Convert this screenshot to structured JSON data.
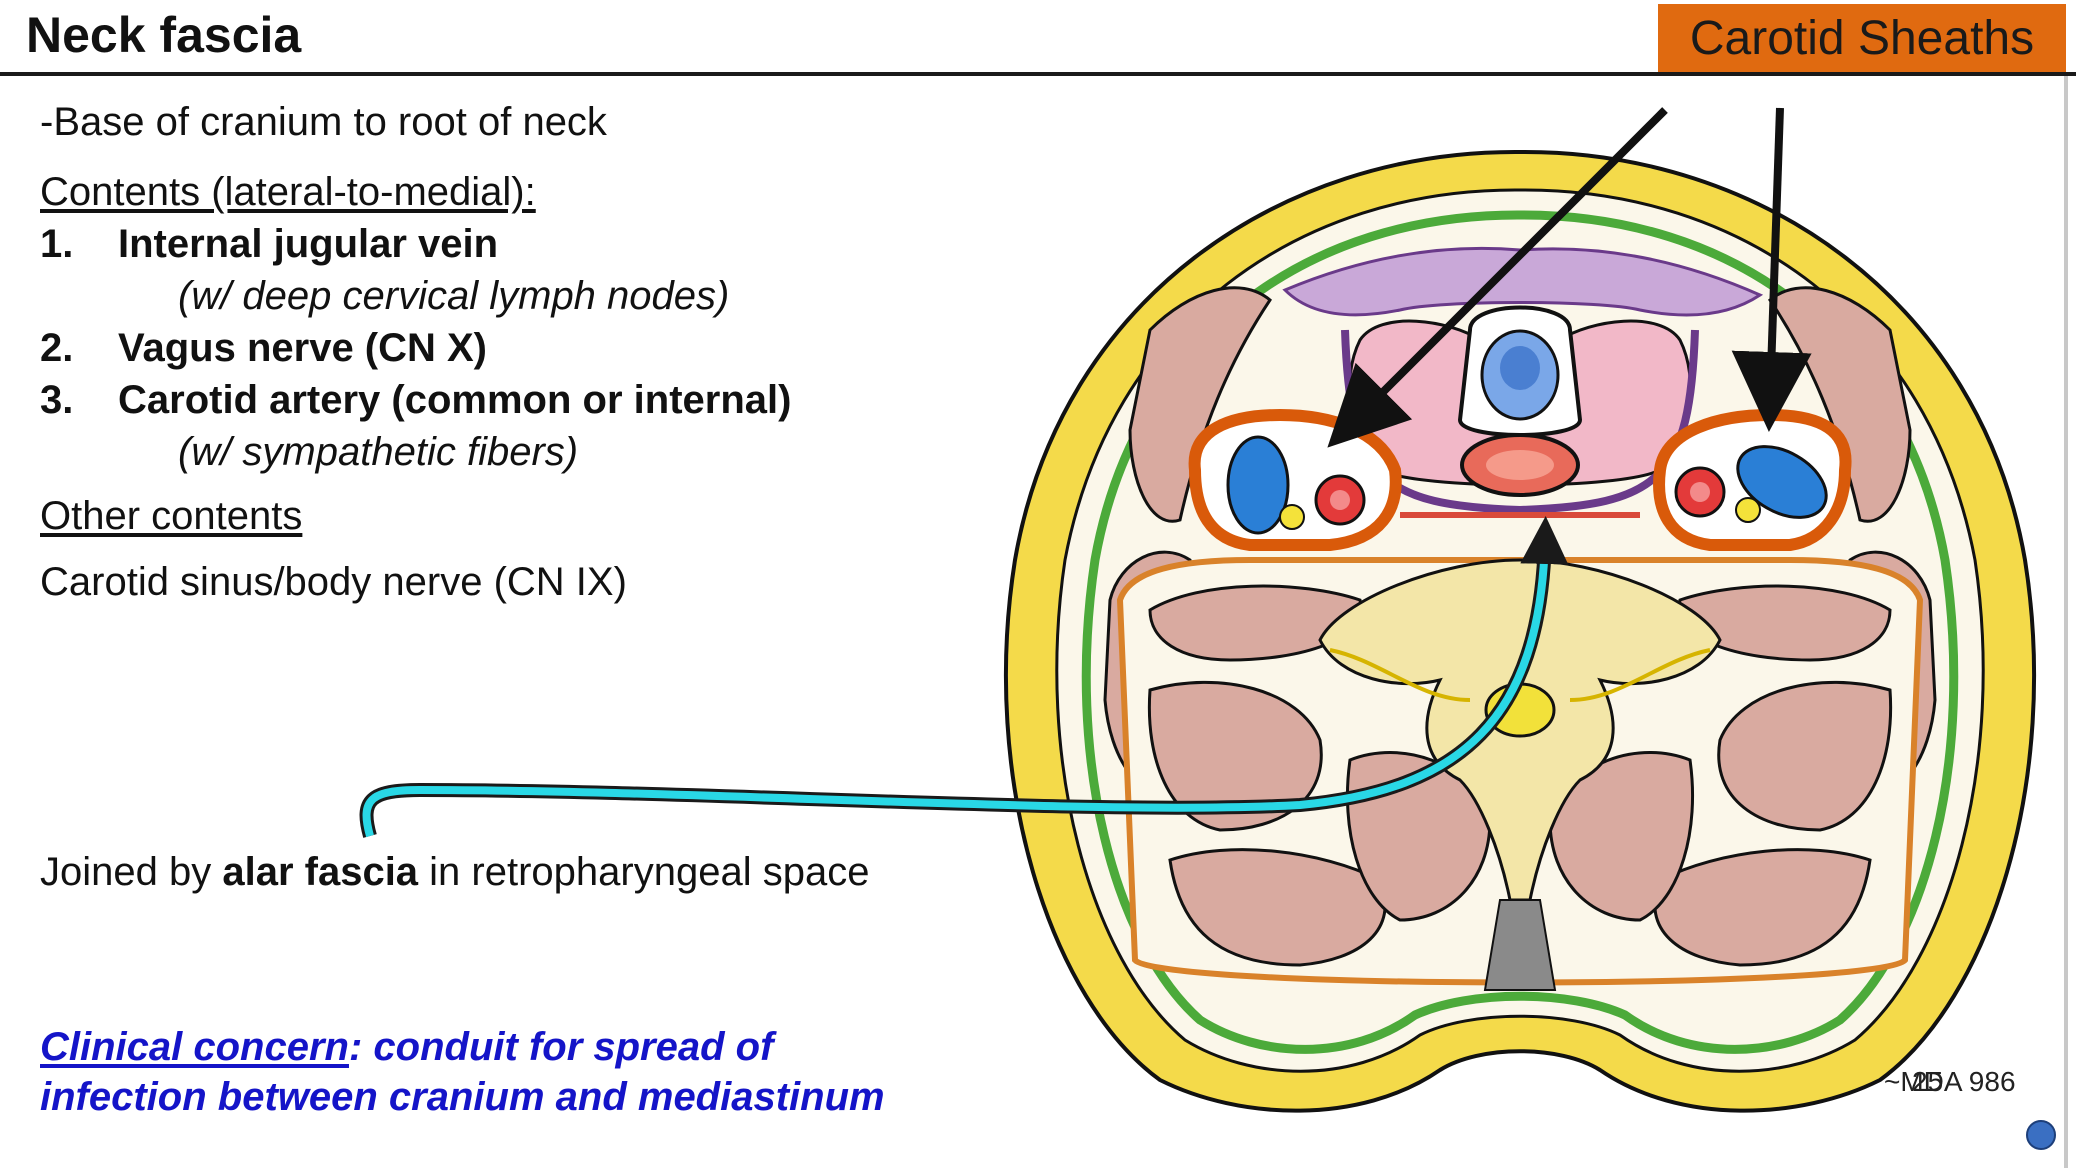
{
  "slide": {
    "title": "Neck fascia",
    "badge": "Carotid Sheaths",
    "extent": "-Base of cranium to root of neck",
    "contents_heading": "Contents (lateral-to-medial):",
    "items": [
      {
        "number": "1.",
        "label": "Internal jugular vein",
        "note": "(w/ deep cervical lymph nodes)"
      },
      {
        "number": "2.",
        "label": "Vagus nerve (CN X)",
        "note": ""
      },
      {
        "number": "3.",
        "label": "Carotid artery (common or internal)",
        "note": "(w/ sympathetic fibers)"
      }
    ],
    "other_heading": "Other contents",
    "other_text": "Carotid sinus/body nerve (CN IX)",
    "alar": {
      "prefix": "Joined by ",
      "bold": "alar fascia",
      "suffix": " in retropharyngeal space"
    },
    "clinical": {
      "lead": "Clinical concern",
      "line1_rest": ": conduit for spread of",
      "line2": "infection between cranium and mediastinum"
    },
    "reference": "~MDA 986",
    "slide_number": "25"
  },
  "colors": {
    "badge": "#e06a10",
    "sheath_outline": "#d95a0a",
    "alar_arrow": "#29d8e6",
    "clinical_text": "#1414c8",
    "skin": "#f4da4a",
    "muscle": "#d9aaa0",
    "thyroid": "#f2b8c8",
    "vein": "#2a7fd6",
    "artery": "#e33a3a",
    "nerve": "#f4e23a",
    "investing_fascia": "#4caa3a"
  },
  "icons": [
    "pointer-arrow-icon",
    "alar-arrow-icon",
    "nav-dot-icon"
  ]
}
